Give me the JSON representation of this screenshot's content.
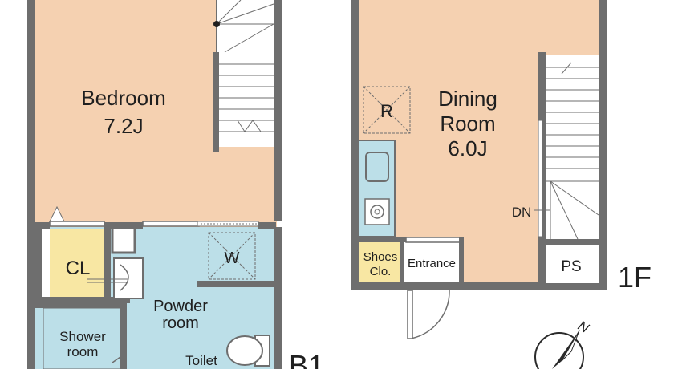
{
  "rooms": {
    "bedroom": {
      "name": "Bedroom",
      "size": "7.2J"
    },
    "closet": {
      "name": "CL"
    },
    "washer": {
      "name": "W"
    },
    "powder_room": {
      "line1": "Powder",
      "line2": "room"
    },
    "shower_room": {
      "line1": "Shower",
      "line2": "room"
    },
    "toilet": {
      "name": "Toilet"
    },
    "fridge": {
      "name": "R"
    },
    "dining_room": {
      "line1": "Dining",
      "line2": "Room",
      "size": "6.0J"
    },
    "shoe_closet": {
      "line1": "Shoes",
      "line2": "Clo."
    },
    "entrance": {
      "name": "Entrance"
    },
    "pipe_space": {
      "name": "PS"
    }
  },
  "stairs": {
    "down_label": "DN"
  },
  "floors": {
    "basement": "B1",
    "first": "1F"
  },
  "compass": {
    "north": "N"
  },
  "colors": {
    "bedroom": "#f5d1b1",
    "wet_area": "#bcdfe8",
    "closet": "#f8e7a3",
    "shoe_closet": "#f8e7a3",
    "dining": "#f5d1b1",
    "wall": "#6e6e6e",
    "kitchen": "#bcdfe8"
  }
}
